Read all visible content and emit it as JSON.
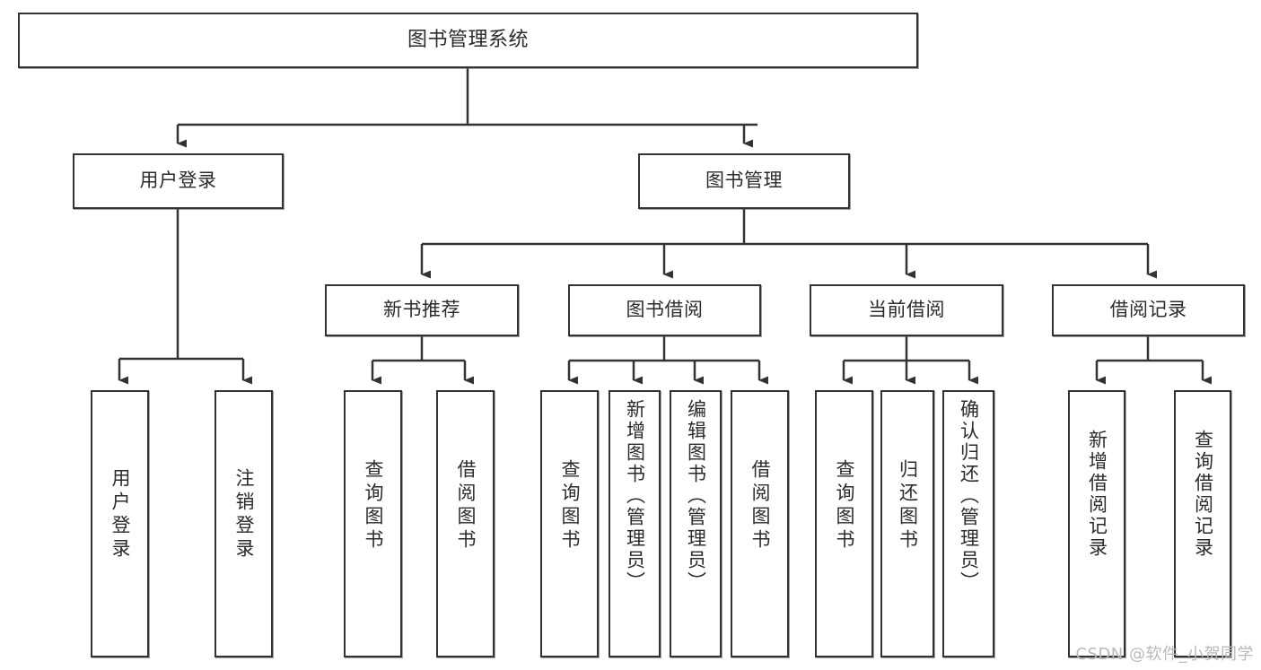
{
  "diagram": {
    "type": "tree",
    "title": "图书管理系统",
    "orientation": "top-down",
    "background_color": "#ffffff",
    "node_border_color": "#333333",
    "node_fill_color": "#ffffff",
    "edge_color": "#333333",
    "watermark": "CSDN @软件_小贺同学",
    "levels": [
      {
        "level": 0,
        "nodes": [
          {
            "id": "root",
            "label": "图书管理系统",
            "text_orientation": "horizontal"
          }
        ]
      },
      {
        "level": 1,
        "nodes": [
          {
            "id": "user_login",
            "label": "用户登录",
            "text_orientation": "horizontal",
            "parent": "root"
          },
          {
            "id": "book_manage",
            "label": "图书管理",
            "text_orientation": "horizontal",
            "parent": "root"
          }
        ]
      },
      {
        "level": 2,
        "nodes": [
          {
            "id": "new_book_rec",
            "label": "新书推荐",
            "text_orientation": "horizontal",
            "parent": "book_manage"
          },
          {
            "id": "book_borrow",
            "label": "图书借阅",
            "text_orientation": "horizontal",
            "parent": "book_manage"
          },
          {
            "id": "current_borrow",
            "label": "当前借阅",
            "text_orientation": "horizontal",
            "parent": "book_manage"
          },
          {
            "id": "borrow_record",
            "label": "借阅记录",
            "text_orientation": "horizontal",
            "parent": "book_manage"
          }
        ]
      },
      {
        "level": 3,
        "nodes": [
          {
            "id": "leaf_user_login",
            "label": "用户登录",
            "text_orientation": "vertical",
            "parent": "user_login"
          },
          {
            "id": "leaf_logout",
            "label": "注销登录",
            "text_orientation": "vertical",
            "parent": "user_login"
          },
          {
            "id": "leaf_query_book_1",
            "label": "查询图书",
            "text_orientation": "vertical",
            "parent": "new_book_rec"
          },
          {
            "id": "leaf_borrow_book_1",
            "label": "借阅图书",
            "text_orientation": "vertical",
            "parent": "new_book_rec"
          },
          {
            "id": "leaf_query_book_2",
            "label": "查询图书",
            "text_orientation": "vertical",
            "parent": "book_borrow"
          },
          {
            "id": "leaf_add_book",
            "label": "新增图书（管理员）",
            "text_orientation": "vertical",
            "parent": "book_borrow"
          },
          {
            "id": "leaf_edit_book",
            "label": "编辑图书（管理员）",
            "text_orientation": "vertical",
            "parent": "book_borrow"
          },
          {
            "id": "leaf_borrow_book_2",
            "label": "借阅图书",
            "text_orientation": "vertical",
            "parent": "book_borrow"
          },
          {
            "id": "leaf_query_book_3",
            "label": "查询图书",
            "text_orientation": "vertical",
            "parent": "current_borrow"
          },
          {
            "id": "leaf_return_book",
            "label": "归还图书",
            "text_orientation": "vertical",
            "parent": "current_borrow"
          },
          {
            "id": "leaf_confirm_return",
            "label": "确认归还（管理员）",
            "text_orientation": "vertical",
            "parent": "current_borrow"
          },
          {
            "id": "leaf_add_record",
            "label": "新增借阅记录",
            "text_orientation": "vertical",
            "parent": "borrow_record"
          },
          {
            "id": "leaf_query_record",
            "label": "查询借阅记录",
            "text_orientation": "vertical",
            "parent": "borrow_record"
          }
        ]
      }
    ]
  }
}
